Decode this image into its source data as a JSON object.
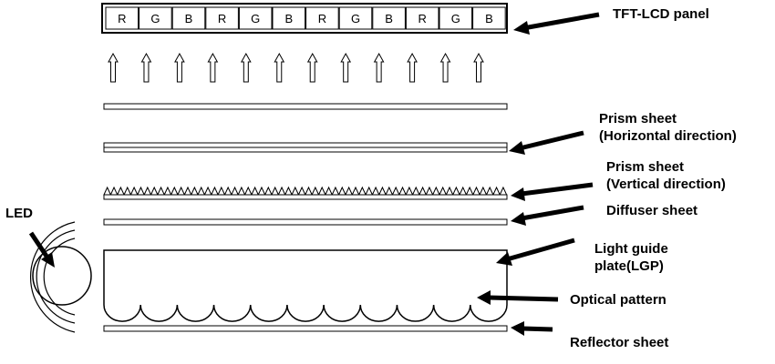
{
  "diagram": {
    "panel": {
      "cells": [
        "R",
        "G",
        "B",
        "R",
        "G",
        "B",
        "R",
        "G",
        "B",
        "R",
        "G",
        "B"
      ]
    },
    "arrow_count": 12,
    "labels": {
      "tft": "TFT-LCD panel",
      "prism_h_1": "Prism sheet",
      "prism_h_2": "(Horizontal direction)",
      "prism_v_1": "Prism sheet",
      "prism_v_2": "(Vertical direction)",
      "diffuser": "Diffuser sheet",
      "lgp_1": "Light guide",
      "lgp_2": "plate(LGP)",
      "optical": "Optical pattern",
      "reflector": "Reflector sheet",
      "led": "LED"
    },
    "colors": {
      "stroke": "#000000",
      "background": "#ffffff"
    }
  }
}
